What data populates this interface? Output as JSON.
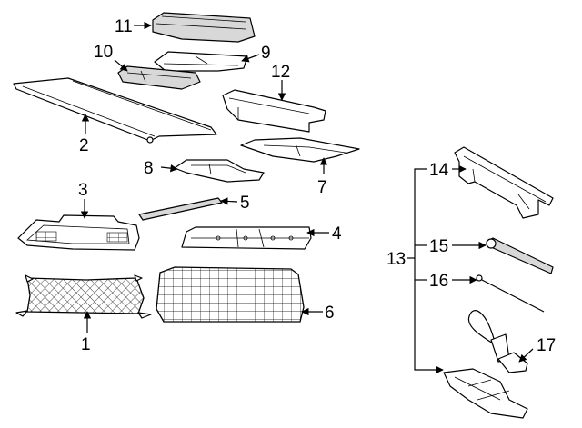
{
  "diagram": {
    "callouts": [
      "1",
      "2",
      "3",
      "4",
      "5",
      "6",
      "7",
      "8",
      "9",
      "10",
      "11",
      "12",
      "13",
      "14",
      "15",
      "16",
      "17"
    ],
    "parts": [
      {
        "id": "1",
        "shape": "cargo-net"
      },
      {
        "id": "2",
        "shape": "tonneau-cover"
      },
      {
        "id": "3",
        "shape": "floor-mat-liner"
      },
      {
        "id": "4",
        "shape": "scuff-plate"
      },
      {
        "id": "5",
        "shape": "trim-strip"
      },
      {
        "id": "6",
        "shape": "cargo-barrier-screen"
      },
      {
        "id": "7",
        "shape": "trim-panel"
      },
      {
        "id": "8",
        "shape": "floor-panel"
      },
      {
        "id": "9",
        "shape": "storage-lid"
      },
      {
        "id": "10",
        "shape": "storage-tray"
      },
      {
        "id": "11",
        "shape": "cover-panel"
      },
      {
        "id": "12",
        "shape": "load-floor-bracket"
      },
      {
        "id": "13",
        "shape": "jack-kit-assembly"
      },
      {
        "id": "14",
        "shape": "jack-storage-tray"
      },
      {
        "id": "15",
        "shape": "wrench"
      },
      {
        "id": "16",
        "shape": "handle-rod"
      },
      {
        "id": "17",
        "shape": "scissor-jack"
      }
    ]
  }
}
